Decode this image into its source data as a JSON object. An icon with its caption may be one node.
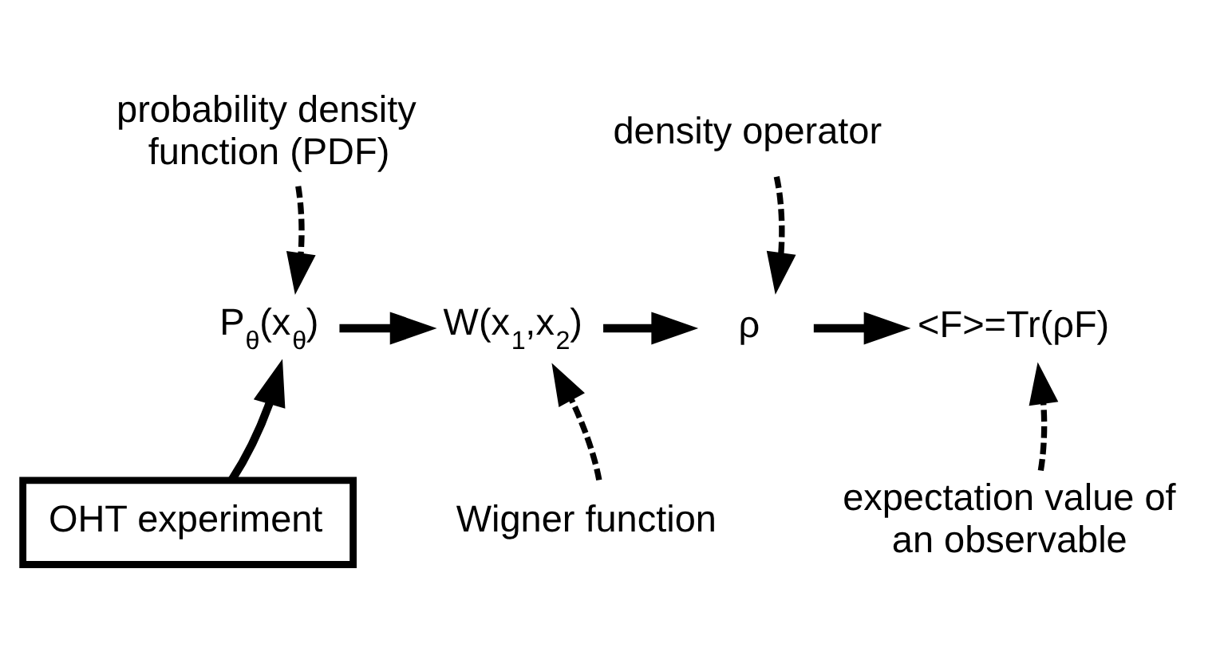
{
  "diagram": {
    "nodes": [
      {
        "text": [
          "probability density function (PDF)"
        ]
      },
      {
        "text": [
          "density operator"
        ]
      },
      {
        "text": [
          "P$_{θ}$(x$_{θ}$)"
        ]
      },
      {
        "text": [
          "W(x$_{1}$,x$_{2}$)"
        ]
      },
      {
        "text": [
          "ρ"
        ]
      },
      {
        "text": [
          "<F>=Tr(ρF)"
        ]
      },
      {
        "text": [
          "Wigner function"
        ]
      },
      {
        "text": [
          "expectation value of an observable"
        ]
      },
      {
        "text": [
          "OHT experiment"
        ]
      }
    ],
    "edges": [
      {
        "from": 0,
        "to": 2,
        "arrow": "to",
        "style": "dashed"
      },
      {
        "from": 1,
        "to": 4,
        "arrow": "to",
        "style": "dashed"
      },
      {
        "from": 2,
        "to": 3,
        "arrow": "to"
      },
      {
        "from": 3,
        "to": 4,
        "arrow": "to"
      },
      {
        "from": 4,
        "to": 5,
        "arrow": "to"
      },
      {
        "from": 6,
        "to": 3,
        "arrow": "to",
        "style": "dashed"
      },
      {
        "from": 7,
        "to": 5,
        "arrow": "to",
        "style": "dashed"
      },
      {
        "from": 8,
        "to": 2,
        "arrow": "to"
      }
    ]
  }
}
